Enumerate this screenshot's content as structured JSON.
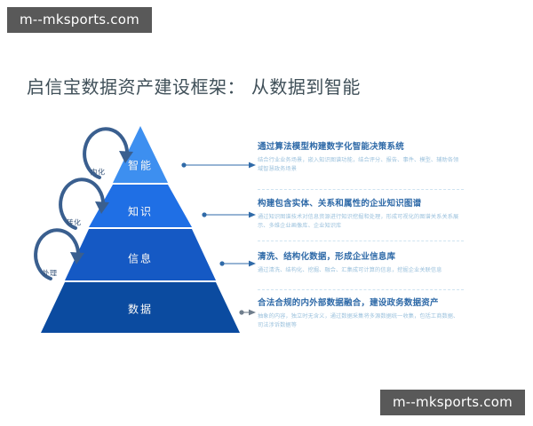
{
  "watermark": {
    "text": "m--mksports.com"
  },
  "page": {
    "title": "启信宝数据资产建设框架： 从数据到智能",
    "background": "#ffffff",
    "title_color": "#3f4f58"
  },
  "pyramid": {
    "tiers": [
      {
        "label": "智能",
        "color": "#3d8ff0",
        "index": 0
      },
      {
        "label": "知识",
        "color": "#1f6fe5",
        "index": 1
      },
      {
        "label": "信息",
        "color": "#1559c4",
        "index": 2
      },
      {
        "label": "数据",
        "color": "#0b4ba0",
        "index": 3
      }
    ]
  },
  "cycle_arrows": [
    {
      "label": "内化"
    },
    {
      "label": "转化"
    },
    {
      "label": "处理"
    }
  ],
  "descriptions": [
    {
      "title": "通过算法模型构建数字化智能决策系统",
      "body": "结合行业业务场景，嵌入知识图谱功能，结合评分、报告、事件、模型、辅助各领域智慧政务场景"
    },
    {
      "title": "构建包含实体、关系和属性的企业知识图谱",
      "body": "通过知识图谱技术对信息资源进行知识挖掘和处理，形成可视化的图谱关系关系展示、多维企业画像库、企业知识库"
    },
    {
      "title": "清洗、结构化数据，形成企业信息库",
      "body": "通过清洗、结构化、挖掘、融合、汇集成可计算的信息，挖掘企业关联信息"
    },
    {
      "title": "合法合规的内外部数据融合，建设政务数据资产",
      "body": "抽象的内容，独立时无含义，通过数据采集将多源数据统一收集，包括工商数据、司法涉诉数据等"
    }
  ],
  "colors": {
    "connector": "#2f6aa8",
    "separator": "#cfe3f0",
    "desc_title": "#2f6aa8",
    "desc_body": "#9cc2dd",
    "cycle_arrow": "#3a5f8f"
  }
}
